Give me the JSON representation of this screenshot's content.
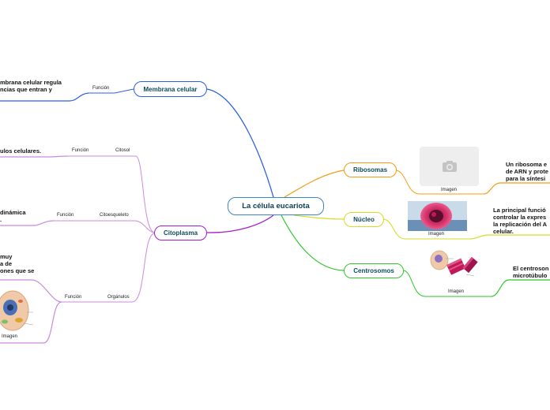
{
  "root": "La célula eucariota",
  "branches": {
    "membrana": {
      "label": "Membrana celular",
      "funcion": "Función",
      "text": [
        "mbrana celular regula",
        "ncias que entran y"
      ]
    },
    "citoplasma": {
      "label": "Citoplasma",
      "citosol": {
        "label": "Citosol",
        "funcion": "Función",
        "text": [
          "ulos celulares."
        ]
      },
      "citoesqueleto": {
        "label": "Citoesqueleto",
        "funcion": "Función",
        "text": [
          "dinámica",
          "."
        ]
      },
      "organulos": {
        "label": "Orgánulos",
        "funcion": "Función",
        "text": [
          "muy",
          "a de",
          "ones que se"
        ],
        "imagen": "Imagen"
      }
    },
    "ribosomas": {
      "label": "Ribosomas",
      "imagen": "Imagen",
      "text": [
        "Un ribosoma e",
        "de ARN y prote",
        "para la síntesi"
      ]
    },
    "nucleo": {
      "label": "Núcleo",
      "imagen": "Imagen",
      "text": [
        "La principal funció",
        "controlar la expres",
        "la replicación del A",
        "celular."
      ]
    },
    "centrosomos": {
      "label": "Centrosomos",
      "imagen": "Imagen",
      "text": [
        "El centroson",
        "microtúbulo"
      ]
    }
  },
  "colors": {
    "membrana": "#2c5fe0",
    "citoplasma": "#a31fc9",
    "citoplasma_light": "#c98be0",
    "ribosomas": "#f39c12",
    "nucleo": "#d4dc26",
    "centrosomos": "#2fc62b"
  },
  "icons": {
    "placeholder": "camera-icon"
  }
}
